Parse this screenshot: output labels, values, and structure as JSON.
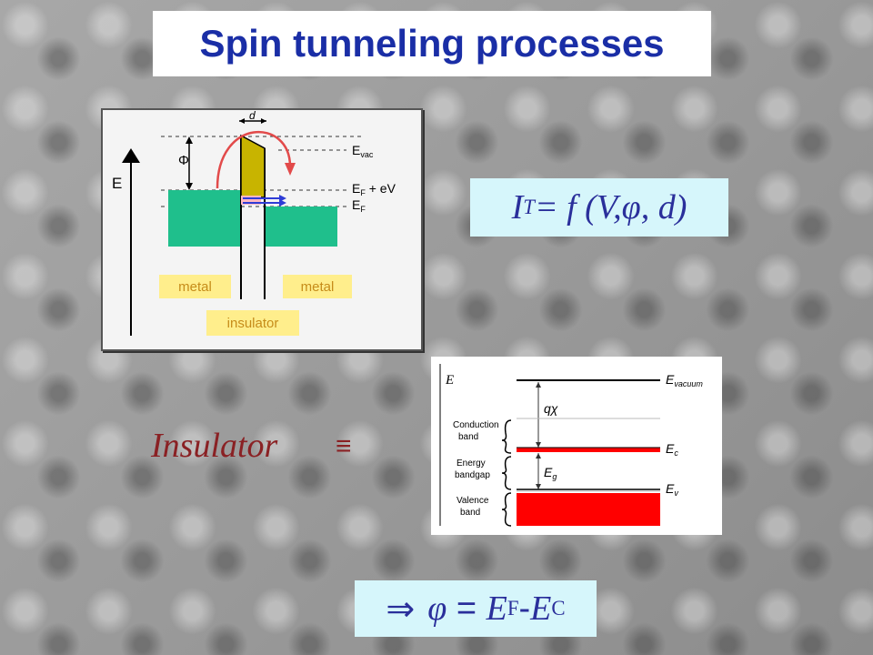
{
  "slide": {
    "title": "Spin tunneling processes"
  },
  "tunnel_figure": {
    "axis_label": "E",
    "d_label": "d",
    "phi_label": "Φ",
    "evac_main": "E",
    "evac_sub": "vac",
    "ef_ev_main": "E",
    "ef_ev_sub": "F",
    "ef_ev_suffix": " + eV",
    "ef_main": "E",
    "ef_sub": "F",
    "tag_metal_left": "metal",
    "tag_metal_right": "metal",
    "tag_insulator": "insulator"
  },
  "formula_it": {
    "i": "I",
    "i_sub": "T",
    "rest_a": " = f (V, ",
    "phi": "φ",
    "rest_b": ", d)"
  },
  "insulator_row": {
    "label": "Insulator",
    "equiv": "≡"
  },
  "band_diagram": {
    "axis_label": "E",
    "evacuum_main": "E",
    "evacuum_sub": "vacuum",
    "qchi": "qχ",
    "ec_main": "E",
    "ec_sub": "c",
    "eg_main": "E",
    "eg_sub": "g",
    "ev_main": "E",
    "ev_sub": "v",
    "conduction_line1": "Conduction",
    "conduction_line2": "band",
    "gap_line1": "Energy",
    "gap_line2": "bandgap",
    "valence_line1": "Valence",
    "valence_line2": "band"
  },
  "phi_formula": {
    "arrow": "⇒",
    "phi": "φ",
    "eq": " = ",
    "ef_main": "E",
    "ef_sub": "F",
    "minus": "-",
    "ec_main": "E",
    "ec_sub": "C"
  },
  "colors": {
    "title_text": "#1a2ea6",
    "formula_bg": "#d6f6fb",
    "metal_green": "#1fbf8c",
    "band_red": "#ff0000",
    "label_dark_red": "#8a2124"
  }
}
